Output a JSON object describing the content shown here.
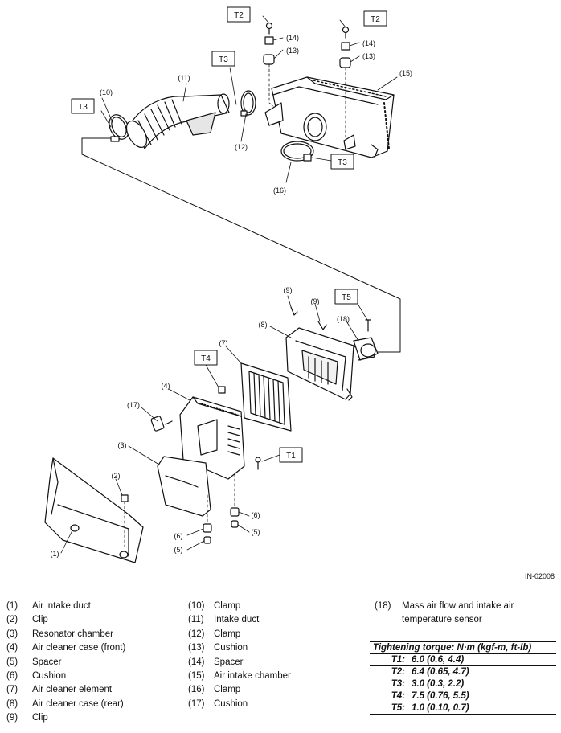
{
  "figure_id": "IN-02008",
  "callouts": {
    "c1": "(1)",
    "c2": "(2)",
    "c3": "(3)",
    "c4": "(4)",
    "c5a": "(5)",
    "c5b": "(5)",
    "c6a": "(6)",
    "c6b": "(6)",
    "c7": "(7)",
    "c8": "(8)",
    "c9a": "(9)",
    "c9b": "(9)",
    "c10": "(10)",
    "c11": "(11)",
    "c12": "(12)",
    "c13a": "(13)",
    "c13b": "(13)",
    "c14a": "(14)",
    "c14b": "(14)",
    "c15": "(15)",
    "c16": "(16)",
    "c17": "(17)",
    "c18": "(18)"
  },
  "torque_tags": {
    "t2a": "T2",
    "t2b": "T2",
    "t3a": "T3",
    "t3b": "T3",
    "t3c": "T3",
    "t4": "T4",
    "t5": "T5",
    "t1": "T1"
  },
  "legend": {
    "col1": [
      {
        "num": "(1)",
        "name": "Air intake duct"
      },
      {
        "num": "(2)",
        "name": "Clip"
      },
      {
        "num": "(3)",
        "name": "Resonator chamber"
      },
      {
        "num": "(4)",
        "name": "Air cleaner case (front)"
      },
      {
        "num": "(5)",
        "name": "Spacer"
      },
      {
        "num": "(6)",
        "name": "Cushion"
      },
      {
        "num": "(7)",
        "name": "Air cleaner element"
      },
      {
        "num": "(8)",
        "name": "Air cleaner case (rear)"
      },
      {
        "num": "(9)",
        "name": "Clip"
      }
    ],
    "col2": [
      {
        "num": "(10)",
        "name": "Clamp"
      },
      {
        "num": "(11)",
        "name": "Intake duct"
      },
      {
        "num": "(12)",
        "name": "Clamp"
      },
      {
        "num": "(13)",
        "name": "Cushion"
      },
      {
        "num": "(14)",
        "name": "Spacer"
      },
      {
        "num": "(15)",
        "name": "Air intake chamber"
      },
      {
        "num": "(16)",
        "name": "Clamp"
      },
      {
        "num": "(17)",
        "name": "Cushion"
      }
    ],
    "col3": [
      {
        "num": "(18)",
        "name": "Mass air flow and intake air temperature sensor"
      }
    ]
  },
  "torque_table": {
    "header": "Tightening torque: N·m (kgf-m, ft-lb)",
    "rows": [
      {
        "key": "T1:",
        "value": "6.0 (0.6, 4.4)"
      },
      {
        "key": "T2:",
        "value": "6.4 (0.65, 4.7)"
      },
      {
        "key": "T3:",
        "value": "3.0 (0.3, 2.2)"
      },
      {
        "key": "T4:",
        "value": "7.5 (0.76, 5.5)"
      },
      {
        "key": "T5:",
        "value": "1.0 (0.10, 0.7)"
      }
    ]
  }
}
